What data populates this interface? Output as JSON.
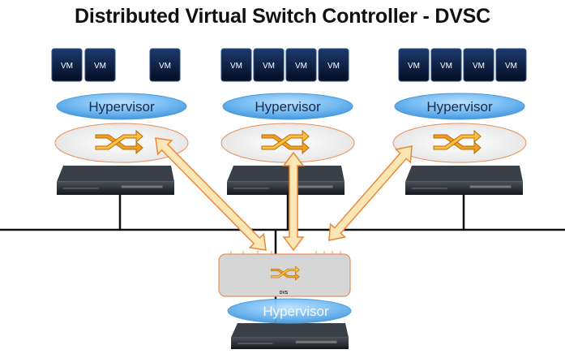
{
  "title": "Distributed Virtual Switch Controller - DVSC",
  "hosts": [
    {
      "vms": [
        "VM",
        "VM",
        "VM"
      ],
      "hypervisor": "Hypervisor"
    },
    {
      "vms": [
        "VM",
        "VM",
        "VM",
        "VM"
      ],
      "hypervisor": "Hypervisor"
    },
    {
      "vms": [
        "VM",
        "VM",
        "VM",
        "VM"
      ],
      "hypervisor": "Hypervisor"
    }
  ],
  "controller": {
    "hypervisor": "Hypervisor",
    "switch_label": "DVS"
  },
  "colors": {
    "vm": "#0b1a3a",
    "hypervisor": "#5aa8e8",
    "arrow_fill": "#fbe7b5",
    "arrow_stroke": "#e8883a",
    "switch": "#f0a020"
  }
}
